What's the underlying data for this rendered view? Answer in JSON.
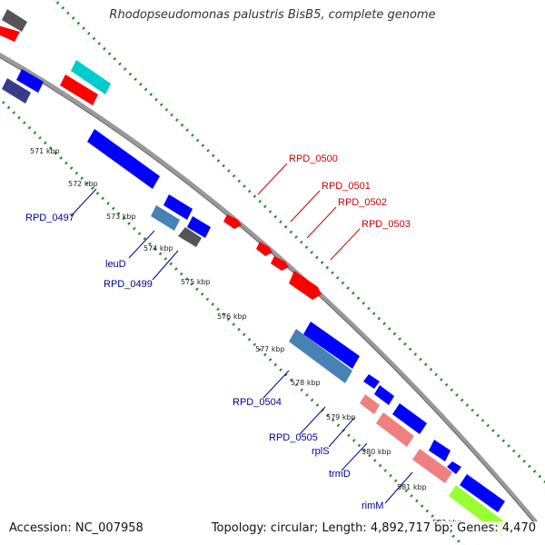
{
  "header": {
    "title": "Rhodopseudomonas palustris BisB5, complete genome"
  },
  "footer": {
    "accession_label": "Accession:",
    "accession": "NC_007958",
    "topology_label": "Topology:",
    "topology": "circular",
    "length_label": "Length:",
    "length": "4,892,717 bp",
    "genes_label": "Genes:",
    "genes": "4,470"
  },
  "colors": {
    "backbone": "#8a8a8a",
    "dotted_track": "#1a8a1a",
    "forward_label": "#cc0000",
    "reverse_label": "#000099",
    "scale_text": "#222222"
  },
  "scale_labels": [
    "571 kbp",
    "572 kbp",
    "573 kbp",
    "574 kbp",
    "575 kbp",
    "576 kbp",
    "577 kbp",
    "578 kbp",
    "579 kbp",
    "580 kbp",
    "581 kbp",
    "582 kbp"
  ],
  "forward_gene_labels": [
    "RPD_0500",
    "RPD_0501",
    "RPD_0502",
    "RPD_0503"
  ],
  "reverse_gene_labels": [
    "RPD_0497",
    "leuD",
    "RPD_0499",
    "RPD_0504",
    "RPD_0505",
    "rplS",
    "trmD",
    "rimM"
  ],
  "gene_colors": {
    "red": "#ff0000",
    "blue": "#0000ff",
    "steelblue": "#4682b4",
    "darkgray": "#555555",
    "cyan": "#00cccc",
    "slateblue": "#3a3a8a",
    "salmon": "#f08080",
    "limegreen": "#99ff33"
  }
}
